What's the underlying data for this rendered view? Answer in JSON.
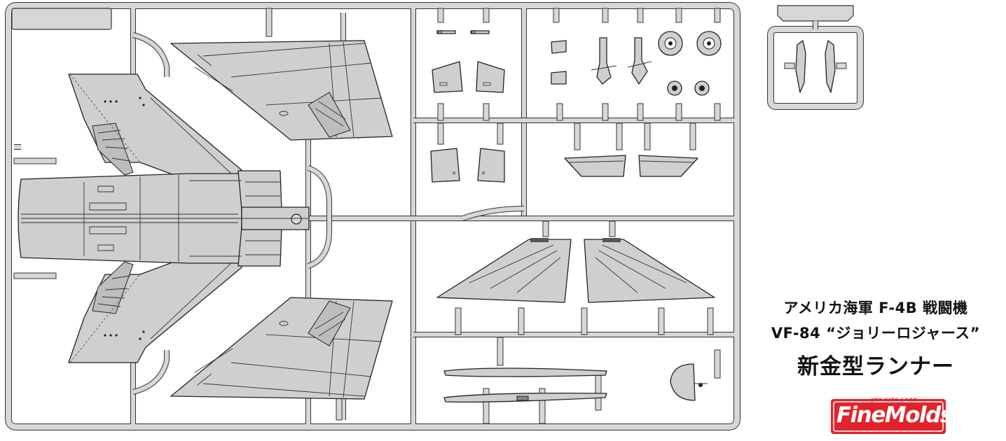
{
  "caption": {
    "line1": "アメリカ海軍 F-4B 戦闘機",
    "line2": "VF-84 “ジョリーロジャース”",
    "line3": "新金型ランナー"
  },
  "logo": {
    "text": "FineMolds",
    "subtext": "JOY KITS LABO."
  },
  "colors": {
    "frame": "#d6d6d6",
    "part_fill": "#cfcfcf",
    "outline": "#222222",
    "logo_red": "#e0242c"
  }
}
